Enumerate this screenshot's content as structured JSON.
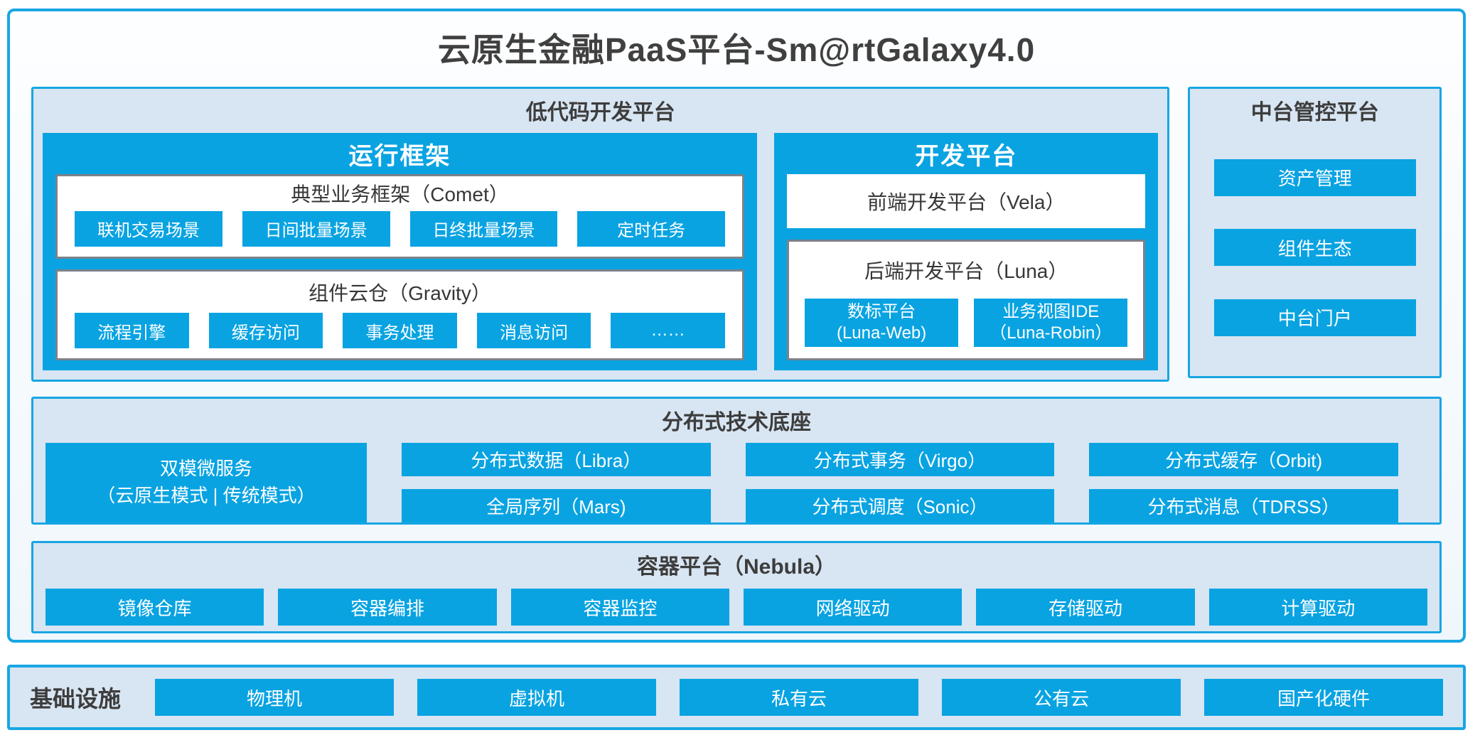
{
  "title": "云原生金融PaaS平台-Sm@rtGalaxy4.0",
  "colors": {
    "accent_blue": "#09a3e2",
    "border_blue": "#18a6e2",
    "panel_background": "#d8e5f2",
    "grey_box_border": "#7c828a",
    "dark_text": "#3d3d3d"
  },
  "lowcode": {
    "title": "低代码开发平台",
    "runtime": {
      "title": "运行框架",
      "comet": {
        "title": "典型业务框架（Comet）",
        "items": [
          "联机交易场景",
          "日间批量场景",
          "日终批量场景",
          "定时任务"
        ]
      },
      "gravity": {
        "title": "组件云仓（Gravity）",
        "items": [
          "流程引擎",
          "缓存访问",
          "事务处理",
          "消息访问",
          "……"
        ]
      }
    },
    "dev": {
      "title": "开发平台",
      "vela": "前端开发平台（Vela）",
      "luna": {
        "title": "后端开发平台（Luna）",
        "items": [
          {
            "line1": "数标平台",
            "line2": "(Luna-Web)"
          },
          {
            "line1": "业务视图IDE",
            "line2": "（Luna-Robin）"
          }
        ]
      }
    }
  },
  "midplat": {
    "title": "中台管控平台",
    "items": [
      "资产管理",
      "组件生态",
      "中台门户"
    ]
  },
  "distributed": {
    "title": "分布式技术底座",
    "dual_mode": {
      "line1": "双模微服务",
      "line2": "（云原生模式 | 传统模式）"
    },
    "items": [
      "分布式数据（Libra）",
      "分布式事务（Virgo）",
      "分布式缓存（Orbit)",
      "全局序列（Mars)",
      "分布式调度（Sonic）",
      "分布式消息（TDRSS）"
    ]
  },
  "container": {
    "title": "容器平台（Nebula）",
    "items": [
      "镜像仓库",
      "容器编排",
      "容器监控",
      "网络驱动",
      "存储驱动",
      "计算驱动"
    ]
  },
  "infra": {
    "title": "基础设施",
    "items": [
      "物理机",
      "虚拟机",
      "私有云",
      "公有云",
      "国产化硬件"
    ]
  }
}
